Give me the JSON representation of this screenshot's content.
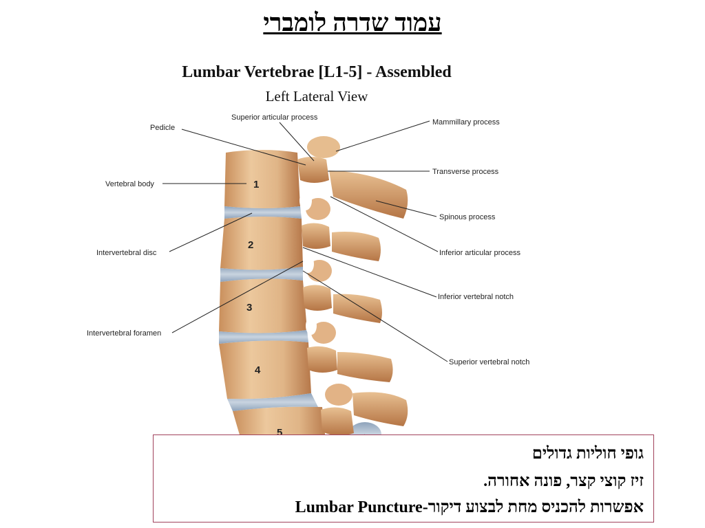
{
  "slide_title": "עמוד שדרה לומברי",
  "figure": {
    "title": "Lumbar Vertebrae [L1-5] - Assembled",
    "subtitle": "Left Lateral View",
    "labels": {
      "superior_articular_process": "Superior articular process",
      "mammillary_process": "Mammillary process",
      "pedicle": "Pedicle",
      "transverse_process": "Transverse process",
      "vertebral_body": "Vertebral body",
      "spinous_process": "Spinous process",
      "intervertebral_disc": "Intervertebral disc",
      "inferior_articular_process": "Inferior articular process",
      "inferior_vertebral_notch": "Inferior vertebral notch",
      "intervertebral_foramen": "Intervertebral foramen",
      "superior_vertebral_notch": "Superior vertebral notch"
    },
    "vertebra_numbers": [
      "1",
      "2",
      "3",
      "4",
      "5"
    ]
  },
  "notes": {
    "line1": "גופי חוליות גדולים",
    "line2": "זיז קוצי קצר, פונה אחורה.",
    "line3": "אפשרות להכניס מחת לבצוע דיקור-Lumbar Puncture"
  },
  "colors": {
    "bone": "#e2b98a",
    "bone_dark": "#b97a48",
    "disc": "#a9b9cc",
    "box_border": "#a0405a"
  }
}
